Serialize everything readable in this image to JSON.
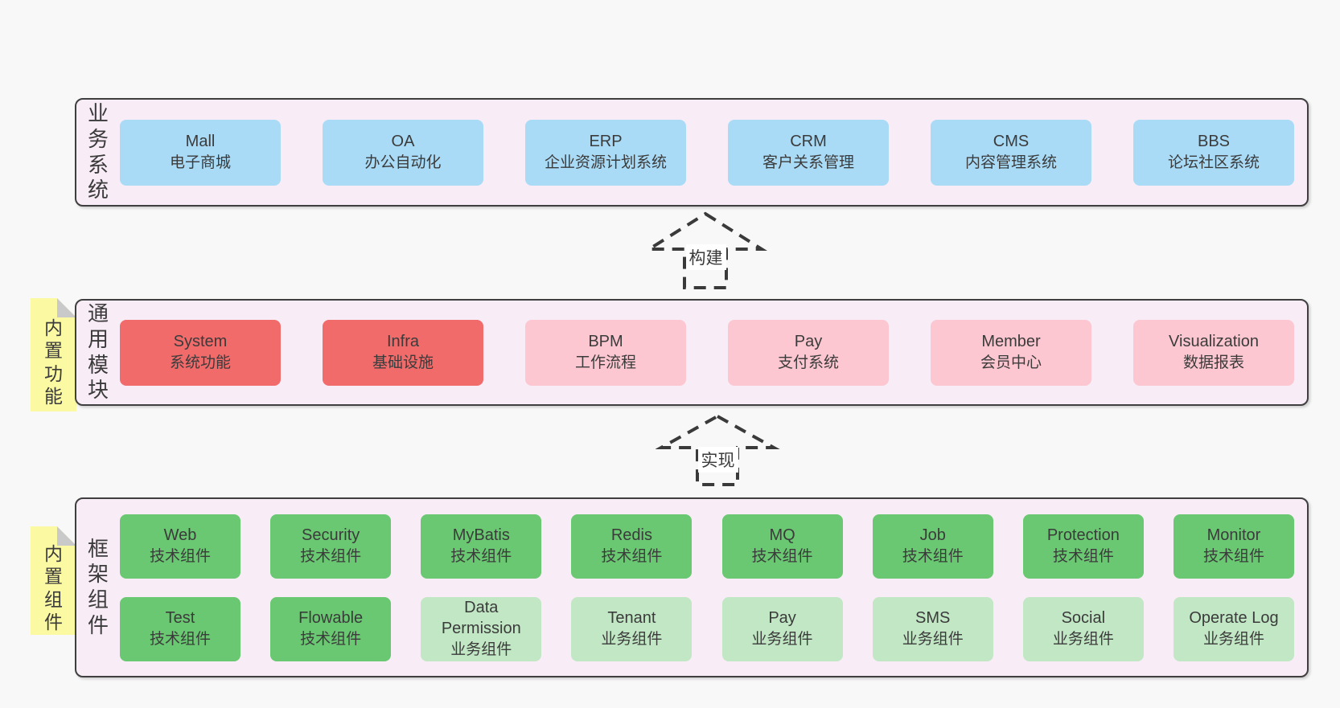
{
  "colors": {
    "blue": "#a9dbf7",
    "red": "#f16b6b",
    "pink": "#fcc7d0",
    "green": "#69c871",
    "lightgreen": "#c1e7c4",
    "band": "#f8edf6",
    "sticky": "#fbf9a1",
    "fold": "#c9c9c9",
    "border": "#3f3f3f",
    "text": "#3b3b3b",
    "arrow": "#3a3a3a",
    "page": "#f8f8f8"
  },
  "bands": [
    {
      "id": "business",
      "side_label": "业务系统",
      "sticky_label": null,
      "rows": [
        [
          {
            "name": "Mall",
            "desc": "电子商城",
            "variant": "blue"
          },
          {
            "name": "OA",
            "desc": "办公自动化",
            "variant": "blue"
          },
          {
            "name": "ERP",
            "desc": "企业资源计划系统",
            "variant": "blue"
          },
          {
            "name": "CRM",
            "desc": "客户关系管理",
            "variant": "blue"
          },
          {
            "name": "CMS",
            "desc": "内容管理系统",
            "variant": "blue"
          },
          {
            "name": "BBS",
            "desc": "论坛社区系统",
            "variant": "blue"
          }
        ]
      ]
    },
    {
      "id": "modules",
      "side_label": "通用模块",
      "sticky_label": "内置功能",
      "rows": [
        [
          {
            "name": "System",
            "desc": "系统功能",
            "variant": "red"
          },
          {
            "name": "Infra",
            "desc": "基础设施",
            "variant": "red"
          },
          {
            "name": "BPM",
            "desc": "工作流程",
            "variant": "pink"
          },
          {
            "name": "Pay",
            "desc": "支付系统",
            "variant": "pink"
          },
          {
            "name": "Member",
            "desc": "会员中心",
            "variant": "pink"
          },
          {
            "name": "Visualization",
            "desc": "数据报表",
            "variant": "pink"
          }
        ]
      ]
    },
    {
      "id": "components",
      "side_label": "框架组件",
      "sticky_label": "内置组件",
      "rows": [
        [
          {
            "name": "Web",
            "desc": "技术组件",
            "variant": "green"
          },
          {
            "name": "Security",
            "desc": "技术组件",
            "variant": "green"
          },
          {
            "name": "MyBatis",
            "desc": "技术组件",
            "variant": "green"
          },
          {
            "name": "Redis",
            "desc": "技术组件",
            "variant": "green"
          },
          {
            "name": "MQ",
            "desc": "技术组件",
            "variant": "green"
          },
          {
            "name": "Job",
            "desc": "技术组件",
            "variant": "green"
          },
          {
            "name": "Protection",
            "desc": "技术组件",
            "variant": "green"
          },
          {
            "name": "Monitor",
            "desc": "技术组件",
            "variant": "green"
          }
        ],
        [
          {
            "name": "Test",
            "desc": "技术组件",
            "variant": "green"
          },
          {
            "name": "Flowable",
            "desc": "技术组件",
            "variant": "green"
          },
          {
            "name": "Data Permission",
            "desc": "业务组件",
            "variant": "lightgreen"
          },
          {
            "name": "Tenant",
            "desc": "业务组件",
            "variant": "lightgreen"
          },
          {
            "name": "Pay",
            "desc": "业务组件",
            "variant": "lightgreen"
          },
          {
            "name": "SMS",
            "desc": "业务组件",
            "variant": "lightgreen"
          },
          {
            "name": "Social",
            "desc": "业务组件",
            "variant": "lightgreen"
          },
          {
            "name": "Operate Log",
            "desc": "业务组件",
            "variant": "lightgreen"
          }
        ]
      ]
    }
  ],
  "arrows": [
    {
      "label": "构建"
    },
    {
      "label": "实现"
    }
  ]
}
